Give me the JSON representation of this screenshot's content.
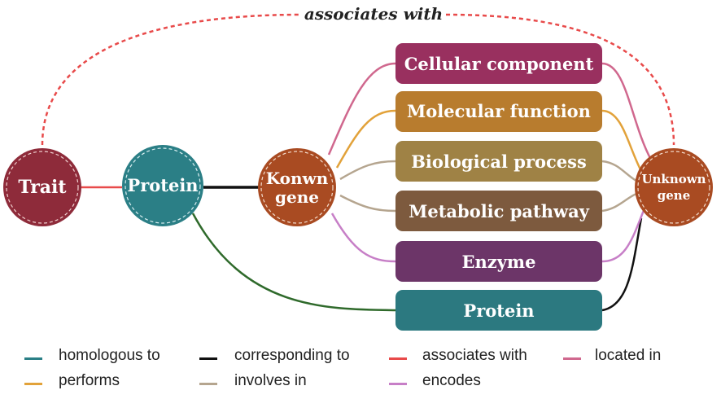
{
  "top_edge_label": "associates with",
  "nodes": {
    "trait": {
      "label": "Trait",
      "color": "#8e2b3a"
    },
    "protein_circle": {
      "label": "Protein",
      "color": "#2b7f86"
    },
    "known_gene": {
      "line1": "Konwn",
      "line2": "gene",
      "color": "#a94b22"
    },
    "unknown_gene": {
      "line1": "Unknown",
      "line2": "gene",
      "color": "#a94b22"
    }
  },
  "boxes": [
    {
      "key": "cellular",
      "label": "Cellular component",
      "color": "#99305f"
    },
    {
      "key": "molecular",
      "label": "Molecular function",
      "color": "#b87c2e"
    },
    {
      "key": "biological",
      "label": "Biological process",
      "color": "#9f8245"
    },
    {
      "key": "metabolic",
      "label": "Metabolic pathway",
      "color": "#7d5a3e"
    },
    {
      "key": "enzyme",
      "label": "Enzyme",
      "color": "#6c3568"
    },
    {
      "key": "protein_box",
      "label": "Protein",
      "color": "#2c7980"
    }
  ],
  "edge_colors": {
    "homologous": "#2f6a2b",
    "corresponding": "#111111",
    "associates": "#e84a4a",
    "located": "#d0688e",
    "performs": "#e2a23a",
    "involves": "#b5a58f",
    "encodes": "#c77fc7"
  },
  "legend": [
    {
      "label": "homologous to",
      "color": "#2a7f86"
    },
    {
      "label": "corresponding to",
      "color": "#111111"
    },
    {
      "label": "associates with",
      "color": "#e84a4a"
    },
    {
      "label": "located in",
      "color": "#d0688e"
    },
    {
      "label": "performs",
      "color": "#e2a23a"
    },
    {
      "label": "involves in",
      "color": "#b5a58f"
    },
    {
      "label": "encodes",
      "color": "#c77fc7"
    }
  ]
}
